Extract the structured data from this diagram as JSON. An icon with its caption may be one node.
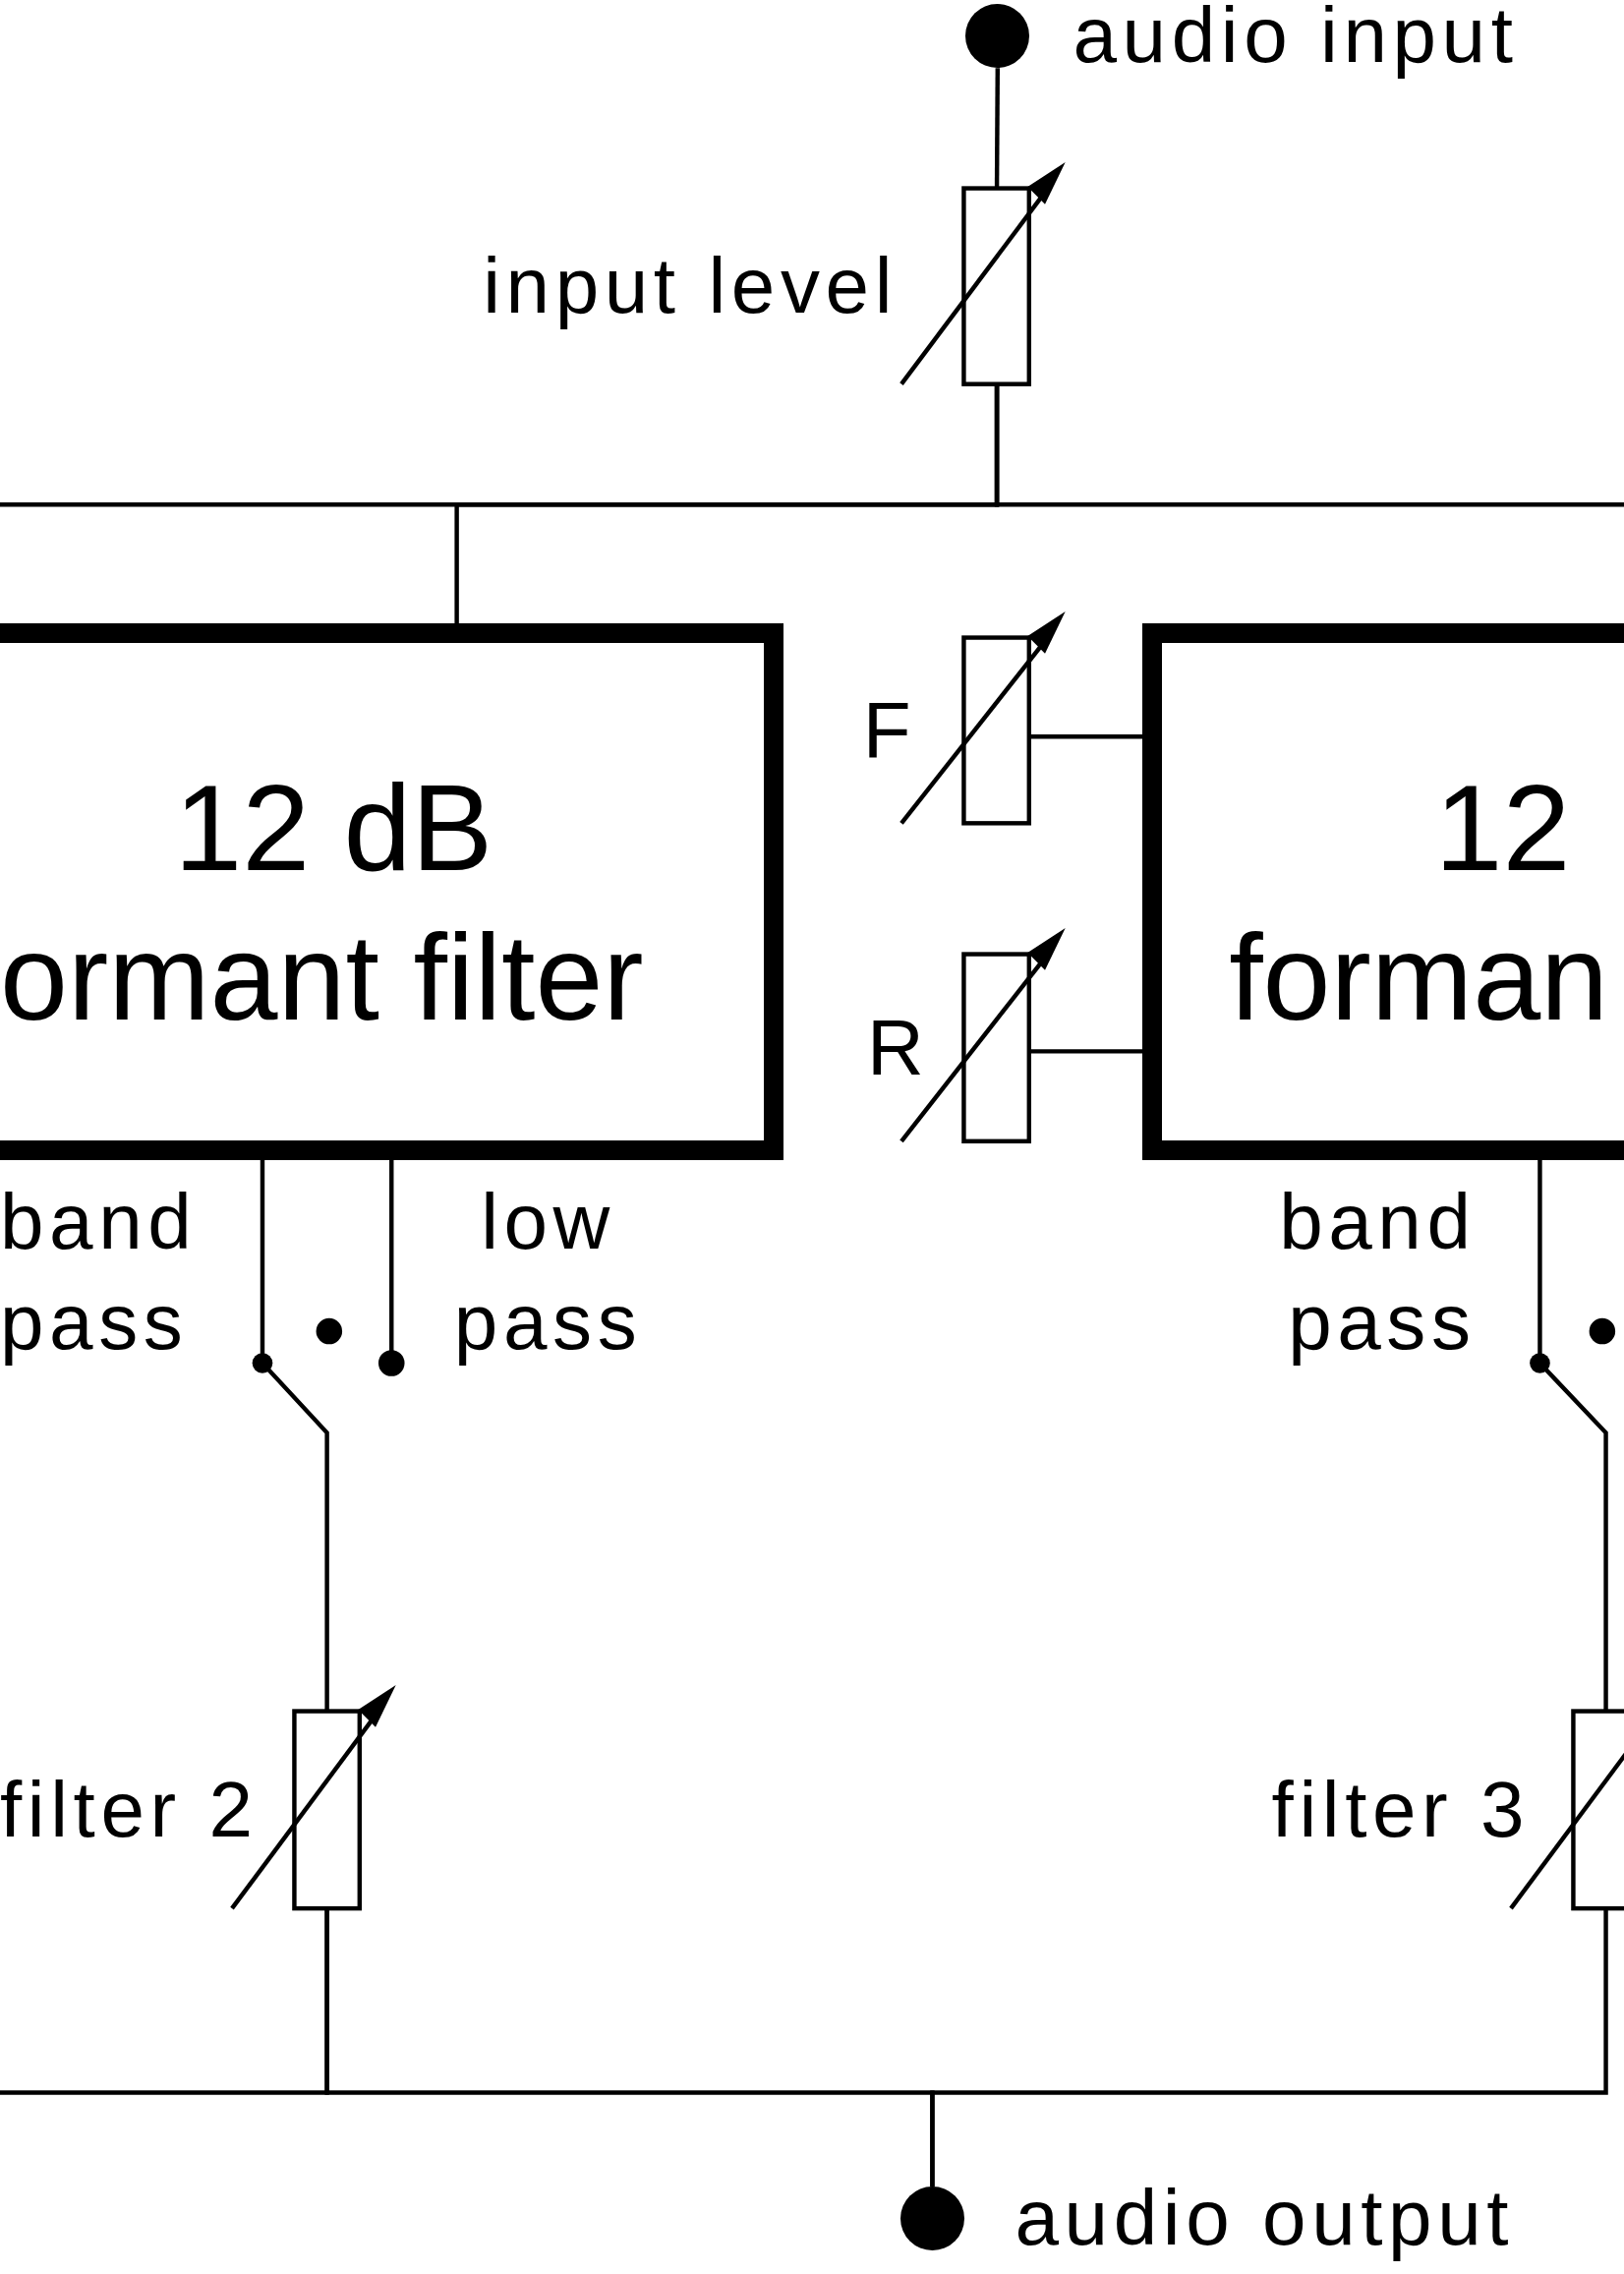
{
  "diagram": {
    "nodes": [
      {
        "text": [
          "audio input"
        ]
      },
      {
        "text": [
          "input level"
        ]
      },
      {
        "text": [
          "12 dB",
          "ormant filter"
        ]
      },
      {
        "text": [
          "F"
        ]
      },
      {
        "text": [
          "R"
        ]
      },
      {
        "text": [
          "12",
          "forman"
        ]
      },
      {
        "text": [
          "filter 2"
        ]
      },
      {
        "text": [
          "filter 3"
        ]
      },
      {
        "text": [
          "audio output"
        ]
      }
    ],
    "edges": [
      {
        "from": 0,
        "to": 1,
        "arrow": "none"
      },
      {
        "from": 1,
        "to": 2,
        "arrow": "none"
      },
      {
        "from": 1,
        "to": null,
        "arrow": "none"
      },
      {
        "from": 1,
        "to": null,
        "arrow": "none"
      },
      {
        "from": 3,
        "to": 5,
        "arrow": "none"
      },
      {
        "from": 4,
        "to": 5,
        "arrow": "none"
      },
      {
        "from": 2,
        "to": 6,
        "arrow": "none"
      },
      {
        "from": 2,
        "to": null,
        "arrow": "other"
      },
      {
        "from": 5,
        "to": 7,
        "arrow": "none"
      },
      {
        "from": 6,
        "to": 8,
        "arrow": "none"
      },
      {
        "from": 7,
        "to": 8,
        "arrow": "none"
      },
      {
        "from": 6,
        "to": null,
        "arrow": "none"
      }
    ],
    "labels": [
      "band pass",
      "low pass",
      "band pass"
    ]
  }
}
